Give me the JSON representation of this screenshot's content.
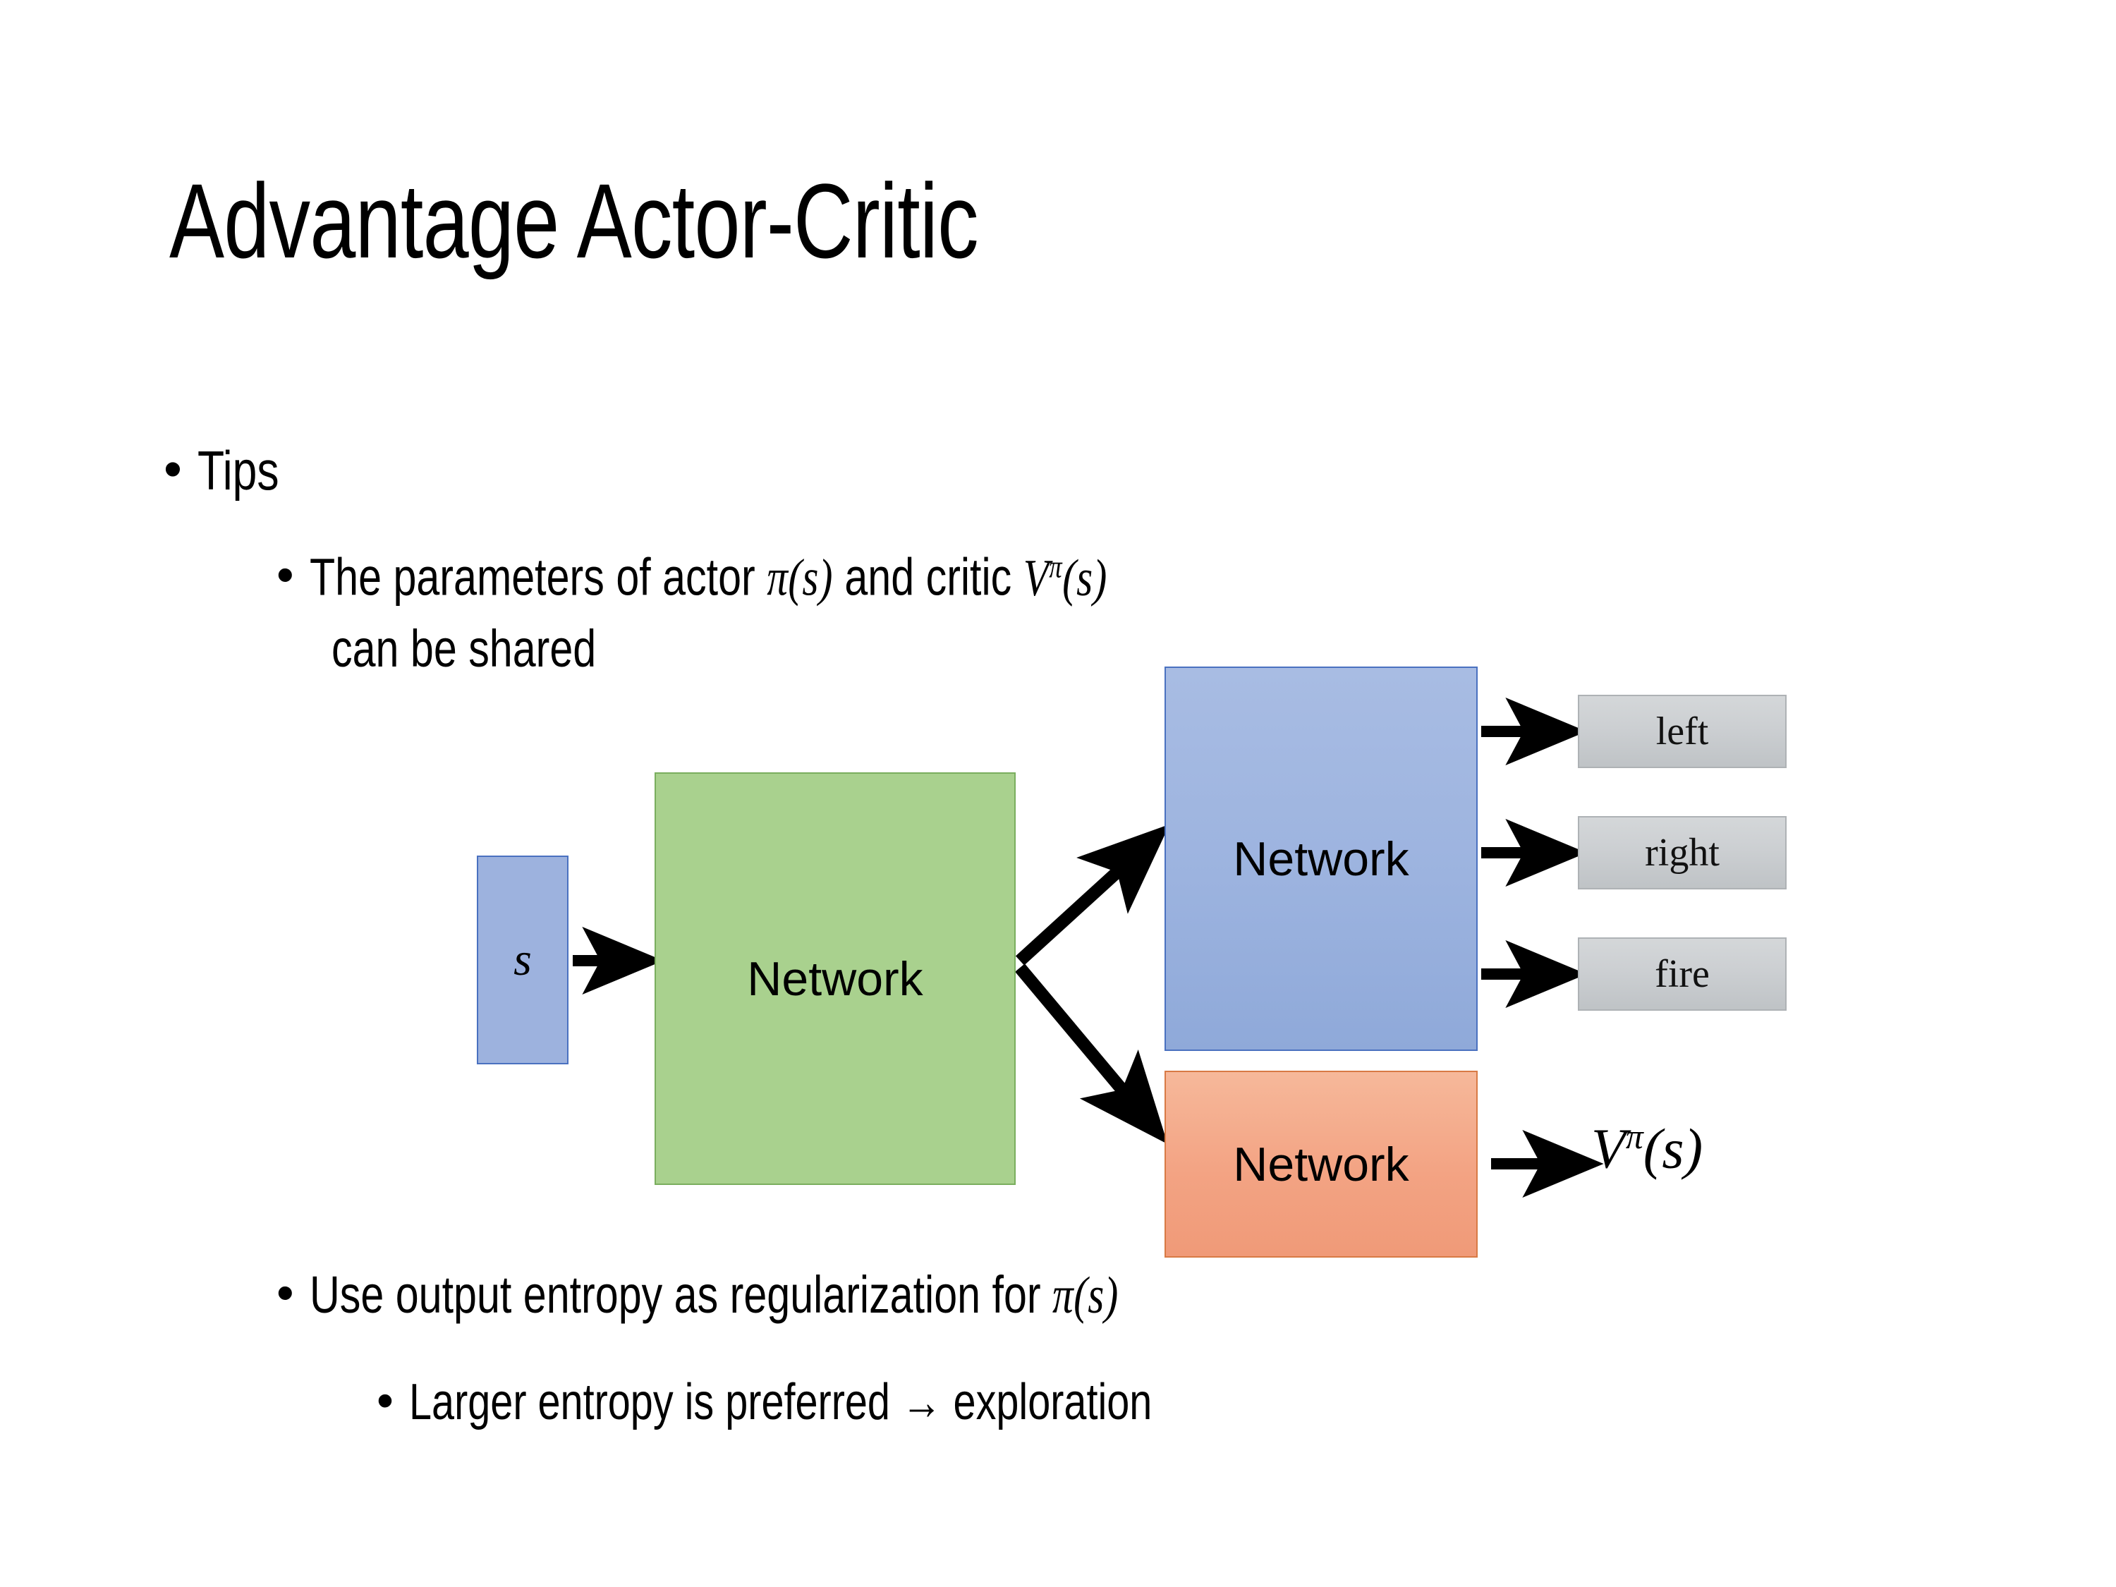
{
  "slide": {
    "title": "Advantage Actor-Critic",
    "background_color": "#ffffff"
  },
  "bullets": {
    "tips": {
      "bullet_char": "•",
      "text": "Tips"
    },
    "parameters": {
      "bullet_char": "•",
      "line1_prefix": "The parameters of actor ",
      "math_actor": "π(s)",
      "line1_mid": "  and critic ",
      "math_critic_base": "V",
      "math_critic_sup": "π",
      "math_critic_arg": "(s)",
      "line2": "can be shared"
    },
    "entropy": {
      "bullet_char": "•",
      "text_prefix": "Use output entropy as regularization for ",
      "math": "π(s)"
    },
    "larger_entropy": {
      "bullet_char": "•",
      "text": "Larger entropy is preferred → exploration"
    }
  },
  "diagram": {
    "state_node": {
      "label": "s",
      "fill": "#9DB2DE",
      "border": "#4A71C0"
    },
    "shared_network": {
      "label": "Network",
      "fill": "#A9D18E",
      "border": "#7AAE5E"
    },
    "actor_network": {
      "label": "Network",
      "fill": "#9CB3DF",
      "border": "#4A71C0"
    },
    "critic_network": {
      "label": "Network",
      "fill": "#F3A383",
      "border": "#D87A45"
    },
    "action_outputs": [
      {
        "label": "left",
        "fill": "#CCCFD2",
        "border": "#AEB2B5"
      },
      {
        "label": "right",
        "fill": "#CCCFD2",
        "border": "#AEB2B5"
      },
      {
        "label": "fire",
        "fill": "#CCCFD2",
        "border": "#AEB2B5"
      }
    ],
    "critic_output": {
      "base": "V",
      "sup": "π",
      "arg": "(s)"
    },
    "arrow_color": "#000000"
  }
}
